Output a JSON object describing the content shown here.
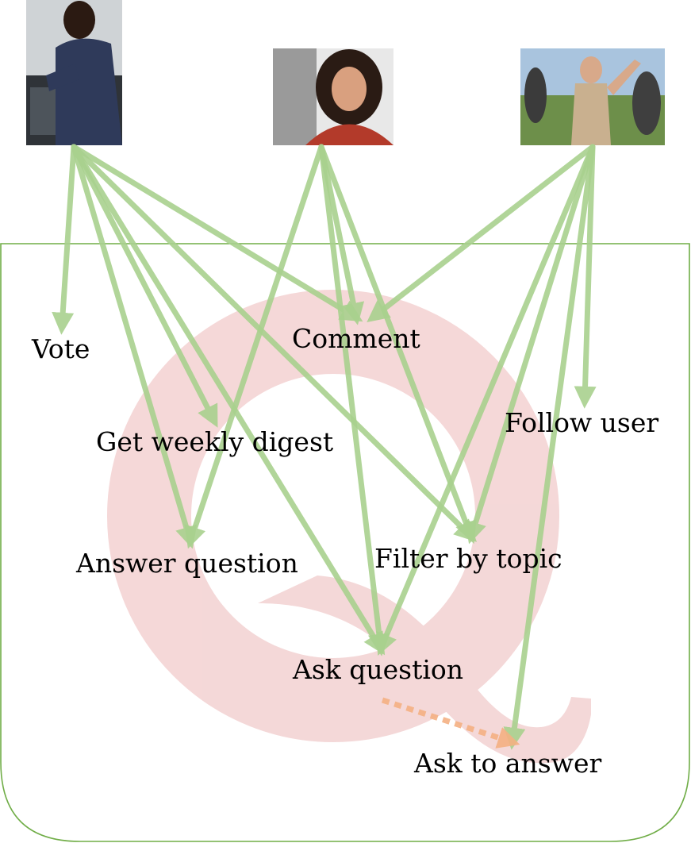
{
  "colors": {
    "boundary": "#70ad47",
    "usage_arrow": "#a9d18e",
    "include_arrow": "#f4b183",
    "logo": "#f4cccc",
    "text": "#000000"
  },
  "logo": {
    "icon": "quora-q-logo-icon"
  },
  "actors": [
    {
      "id": "mechanic",
      "icon": "person-photo-mechanic-icon"
    },
    {
      "id": "woman",
      "icon": "person-photo-curly-hair-woman-icon"
    },
    {
      "id": "crowd",
      "icon": "person-photo-crowd-woman-icon"
    }
  ],
  "features": {
    "vote": "Vote",
    "comment": "Comment",
    "weekly_digest": "Get weekly digest",
    "follow_user": "Follow user",
    "answer_question": "Answer question",
    "filter_topic": "Filter by topic",
    "ask_question": "Ask question",
    "ask_to_answer": "Ask to answer"
  },
  "links": [
    {
      "from": "mechanic",
      "to": "vote",
      "type": "usage"
    },
    {
      "from": "mechanic",
      "to": "comment",
      "type": "usage"
    },
    {
      "from": "mechanic",
      "to": "weekly_digest",
      "type": "usage"
    },
    {
      "from": "mechanic",
      "to": "answer_question",
      "type": "usage"
    },
    {
      "from": "mechanic",
      "to": "filter_topic",
      "type": "usage"
    },
    {
      "from": "mechanic",
      "to": "ask_question",
      "type": "usage"
    },
    {
      "from": "woman",
      "to": "answer_question",
      "type": "usage"
    },
    {
      "from": "woman",
      "to": "comment",
      "type": "usage"
    },
    {
      "from": "woman",
      "to": "filter_topic",
      "type": "usage"
    },
    {
      "from": "woman",
      "to": "ask_question",
      "type": "usage"
    },
    {
      "from": "crowd",
      "to": "comment",
      "type": "usage"
    },
    {
      "from": "crowd",
      "to": "follow_user",
      "type": "usage"
    },
    {
      "from": "crowd",
      "to": "filter_topic",
      "type": "usage"
    },
    {
      "from": "crowd",
      "to": "ask_question",
      "type": "usage"
    },
    {
      "from": "crowd",
      "to": "ask_to_answer",
      "type": "usage"
    },
    {
      "from": "ask_question",
      "to": "ask_to_answer",
      "type": "include"
    }
  ]
}
